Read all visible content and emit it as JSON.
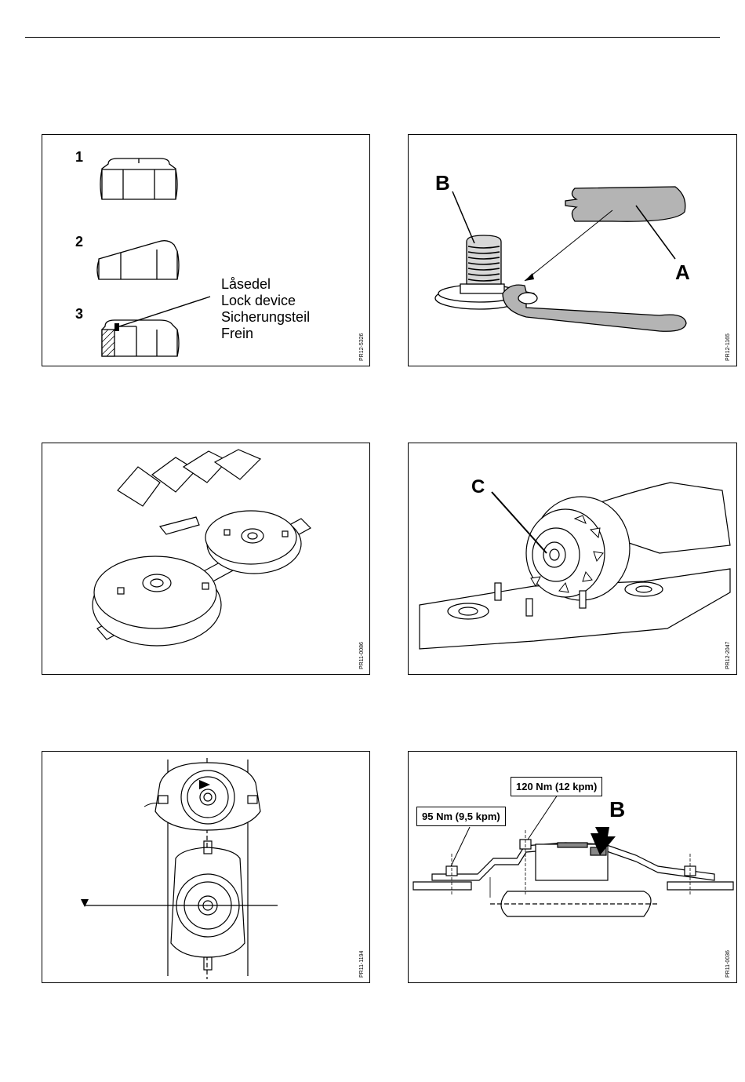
{
  "panels": {
    "nuts": {
      "code": "PR12-5326",
      "items": [
        "1",
        "2",
        "3"
      ],
      "lock_lines": [
        "Låsedel",
        "Lock device",
        "Sicherungsteil",
        "Frein"
      ]
    },
    "wrench": {
      "code": "PR12-1165",
      "label_b": "B",
      "label_a": "A"
    },
    "discs": {
      "code": "PR11-0086"
    },
    "gear": {
      "code": "PR12-2047",
      "label_c": "C"
    },
    "alignment": {
      "code": "PR11-1194"
    },
    "torque": {
      "code": "PR11-0036",
      "torque_upper": "120 Nm (12 kpm)",
      "torque_lower": "95 Nm (9,5 kpm)",
      "label_b": "B"
    }
  },
  "colors": {
    "ink": "#000000",
    "fill_gray": "#b4b4b4",
    "paper": "#ffffff"
  }
}
